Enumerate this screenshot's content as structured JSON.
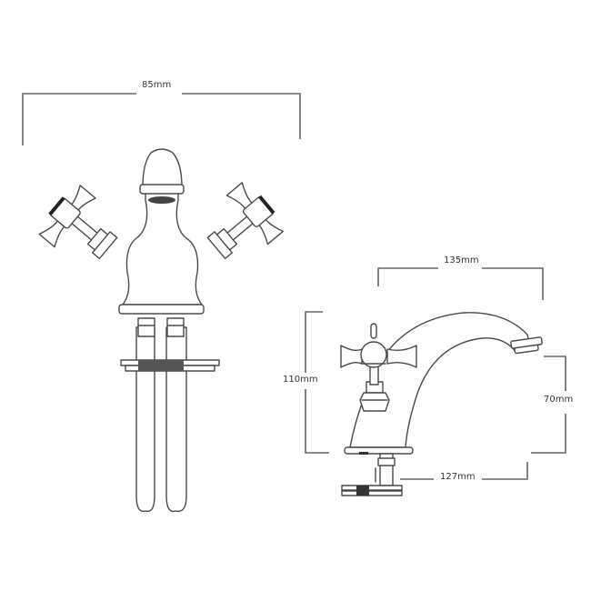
{
  "dimensions": {
    "front_width": "85mm",
    "side_reach": "135mm",
    "side_height": "110mm",
    "spout_height": "70mm",
    "base_to_spout": "127mm"
  },
  "colors": {
    "line": "#4a4a4a",
    "background": "#ffffff"
  }
}
